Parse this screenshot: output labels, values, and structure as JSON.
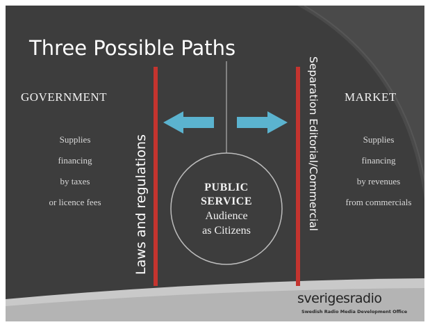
{
  "slide": {
    "title": "Three Possible Paths",
    "left": {
      "heading": "GOVERNMENT",
      "lines": [
        "Supplies",
        "financing",
        "by taxes",
        "or licence fees"
      ]
    },
    "right": {
      "heading": "MARKET",
      "lines": [
        "Supplies",
        "financing",
        "by revenues",
        "from commercials"
      ]
    },
    "left_bar_label": "Laws and regulations",
    "right_bar_label": "Separation Editorial/Commercial",
    "center": {
      "line1": "PUBLIC",
      "line2": "SERVICE",
      "line3": "Audience",
      "line4": "as Citizens"
    },
    "logo": {
      "wordmark": "sverigesradio",
      "subtitle": "Swedish Radio Media Development Office"
    }
  },
  "colors": {
    "background": "#3d3d3d",
    "bar": "#c4342f",
    "arrow": "#5bb3cf",
    "swoosh": "#bcbcbc"
  }
}
